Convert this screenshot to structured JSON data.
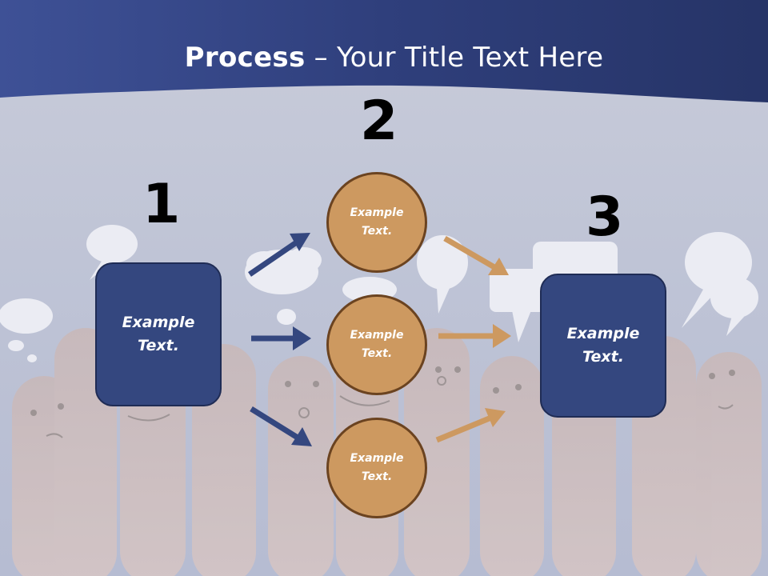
{
  "title": {
    "bold": "Process",
    "rest": " – Your Title Text Here"
  },
  "steps": {
    "n1": "1",
    "n2": "2",
    "n3": "3"
  },
  "box_left": {
    "line1": "Example",
    "line2": "Text."
  },
  "box_right": {
    "line1": "Example",
    "line2": "Text."
  },
  "circles": [
    {
      "line1": "Example",
      "line2": "Text."
    },
    {
      "line1": "Example",
      "line2": "Text."
    },
    {
      "line1": "Example",
      "line2": "Text."
    }
  ],
  "colors": {
    "box": "#34477f",
    "circle": "#cd9960",
    "arrow_blue": "#34477f",
    "arrow_tan": "#cd9960",
    "header": "#2a3a74"
  }
}
